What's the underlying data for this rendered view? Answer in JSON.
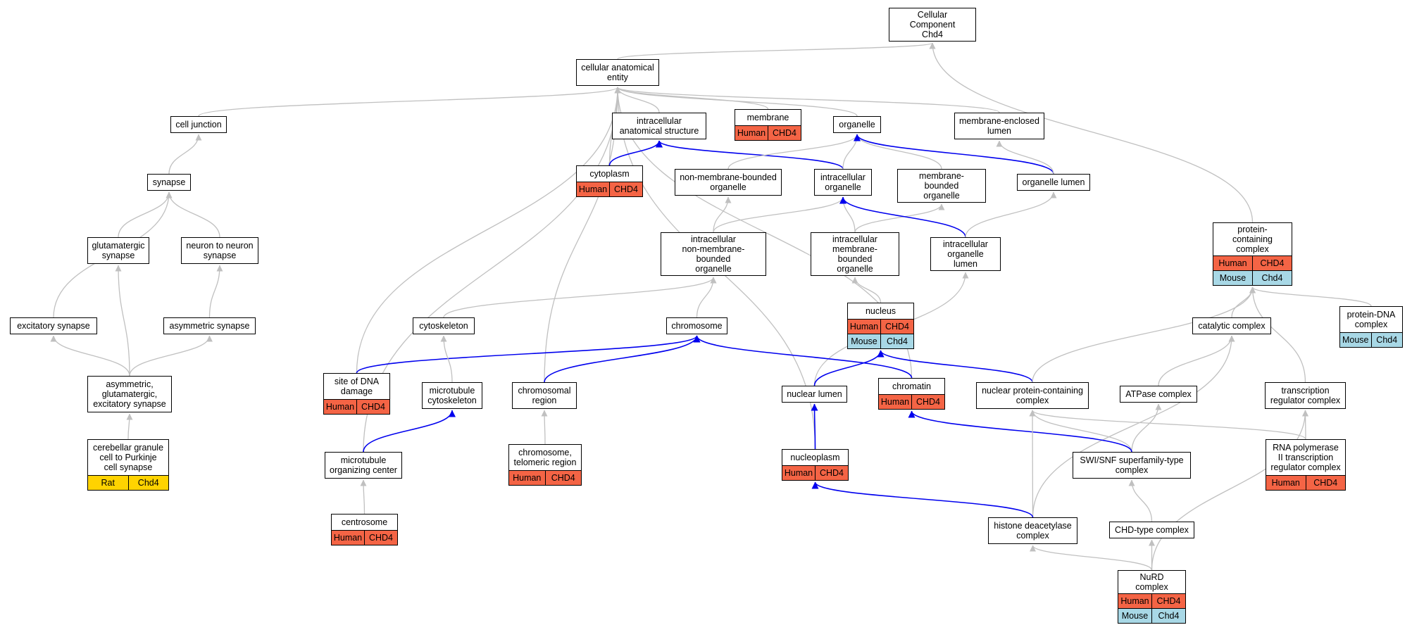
{
  "colors": {
    "human": "#f46445",
    "mouse": "#a8d8e6",
    "rat": "#ffd300",
    "edge_gray": "#c0c0c0",
    "edge_blue": "#0000ee"
  },
  "nodes": {
    "root": {
      "label": "Cellular Component\nChd4",
      "annotations": []
    },
    "cae": {
      "label": "cellular anatomical\nentity",
      "annotations": []
    },
    "cell_junction": {
      "label": "cell junction",
      "annotations": []
    },
    "ias": {
      "label": "intracellular\nanatomical structure",
      "annotations": []
    },
    "membrane": {
      "label": "membrane",
      "annotations": [
        {
          "species": "Human",
          "gene": "CHD4"
        }
      ]
    },
    "organelle": {
      "label": "organelle",
      "annotations": []
    },
    "mel": {
      "label": "membrane-enclosed\nlumen",
      "annotations": []
    },
    "synapse": {
      "label": "synapse",
      "annotations": []
    },
    "cytoplasm": {
      "label": "cytoplasm",
      "annotations": [
        {
          "species": "Human",
          "gene": "CHD4"
        }
      ]
    },
    "nmbo": {
      "label": "non-membrane-bounded\norganelle",
      "annotations": []
    },
    "io": {
      "label": "intracellular\norganelle",
      "annotations": []
    },
    "mbo": {
      "label": "membrane-bounded\norganelle",
      "annotations": []
    },
    "ol": {
      "label": "organelle lumen",
      "annotations": []
    },
    "pcc": {
      "label": "protein-containing\ncomplex",
      "annotations": [
        {
          "species": "Human",
          "gene": "CHD4"
        },
        {
          "species": "Mouse",
          "gene": "Chd4"
        }
      ]
    },
    "glut_syn": {
      "label": "glutamatergic\nsynapse",
      "annotations": []
    },
    "n2n_syn": {
      "label": "neuron to neuron\nsynapse",
      "annotations": []
    },
    "inmbo": {
      "label": "intracellular\nnon-membrane-bounded\norganelle",
      "annotations": []
    },
    "imbo": {
      "label": "intracellular\nmembrane-bounded\norganelle",
      "annotations": []
    },
    "iol": {
      "label": "intracellular\norganelle lumen",
      "annotations": []
    },
    "nucleus": {
      "label": "nucleus",
      "annotations": [
        {
          "species": "Human",
          "gene": "CHD4"
        },
        {
          "species": "Mouse",
          "gene": "Chd4"
        }
      ]
    },
    "pdna": {
      "label": "protein-DNA\ncomplex",
      "annotations": [
        {
          "species": "Mouse",
          "gene": "Chd4"
        }
      ]
    },
    "exc_syn": {
      "label": "excitatory synapse",
      "annotations": []
    },
    "asym_syn": {
      "label": "asymmetric synapse",
      "annotations": []
    },
    "cytoskeleton": {
      "label": "cytoskeleton",
      "annotations": []
    },
    "chromosome": {
      "label": "chromosome",
      "annotations": []
    },
    "cat_cx": {
      "label": "catalytic complex",
      "annotations": []
    },
    "ages": {
      "label": "asymmetric,\nglutamatergic,\nexcitatory synapse",
      "annotations": []
    },
    "sdd": {
      "label": "site of DNA\ndamage",
      "annotations": [
        {
          "species": "Human",
          "gene": "CHD4"
        }
      ]
    },
    "mt_cyto": {
      "label": "microtubule\ncytoskeleton",
      "annotations": []
    },
    "chrom_reg": {
      "label": "chromosomal\nregion",
      "annotations": []
    },
    "nuc_lumen": {
      "label": "nuclear lumen",
      "annotations": []
    },
    "chromatin": {
      "label": "chromatin",
      "annotations": [
        {
          "species": "Human",
          "gene": "CHD4"
        }
      ]
    },
    "npcc": {
      "label": "nuclear protein-containing\ncomplex",
      "annotations": []
    },
    "atpase": {
      "label": "ATPase complex",
      "annotations": []
    },
    "trc": {
      "label": "transcription\nregulator complex",
      "annotations": []
    },
    "cgp": {
      "label": "cerebellar granule\ncell to Purkinje\ncell synapse",
      "annotations": [
        {
          "species": "Rat",
          "gene": "Chd4"
        }
      ]
    },
    "mtoc": {
      "label": "microtubule\norganizing center",
      "annotations": []
    },
    "ctr": {
      "label": "chromosome,\ntelomeric region",
      "annotations": [
        {
          "species": "Human",
          "gene": "CHD4"
        }
      ]
    },
    "nucleoplasm": {
      "label": "nucleoplasm",
      "annotations": [
        {
          "species": "Human",
          "gene": "CHD4"
        }
      ]
    },
    "swisnf": {
      "label": "SWI/SNF superfamily-type\ncomplex",
      "annotations": []
    },
    "rnap": {
      "label": "RNA polymerase\nII transcription\nregulator complex",
      "annotations": [
        {
          "species": "Human",
          "gene": "CHD4"
        }
      ]
    },
    "centrosome": {
      "label": "centrosome",
      "annotations": [
        {
          "species": "Human",
          "gene": "CHD4"
        }
      ]
    },
    "hdac": {
      "label": "histone deacetylase\ncomplex",
      "annotations": []
    },
    "chd_cx": {
      "label": "CHD-type complex",
      "annotations": []
    },
    "nurd": {
      "label": "NuRD complex",
      "annotations": [
        {
          "species": "Human",
          "gene": "CHD4"
        },
        {
          "species": "Mouse",
          "gene": "Chd4"
        }
      ]
    }
  },
  "edges": [
    {
      "from": "cae",
      "to": "root",
      "kind": "is_a"
    },
    {
      "from": "pcc",
      "to": "root",
      "kind": "is_a"
    },
    {
      "from": "cell_junction",
      "to": "cae",
      "kind": "is_a"
    },
    {
      "from": "ias",
      "to": "cae",
      "kind": "is_a"
    },
    {
      "from": "membrane",
      "to": "cae",
      "kind": "is_a"
    },
    {
      "from": "organelle",
      "to": "cae",
      "kind": "is_a"
    },
    {
      "from": "mel",
      "to": "cae",
      "kind": "is_a"
    },
    {
      "from": "cytoplasm",
      "to": "cae",
      "kind": "is_a"
    },
    {
      "from": "sdd",
      "to": "cae",
      "kind": "is_a"
    },
    {
      "from": "mtoc",
      "to": "cae",
      "kind": "is_a"
    },
    {
      "from": "chrom_reg",
      "to": "cae",
      "kind": "is_a"
    },
    {
      "from": "nucleoplasm",
      "to": "cae",
      "kind": "is_a"
    },
    {
      "from": "chromatin",
      "to": "cae",
      "kind": "is_a"
    },
    {
      "from": "synapse",
      "to": "cell_junction",
      "kind": "is_a"
    },
    {
      "from": "cytoplasm",
      "to": "ias",
      "kind": "part_of"
    },
    {
      "from": "io",
      "to": "ias",
      "kind": "part_of"
    },
    {
      "from": "nmbo",
      "to": "organelle",
      "kind": "is_a"
    },
    {
      "from": "io",
      "to": "organelle",
      "kind": "is_a"
    },
    {
      "from": "mbo",
      "to": "organelle",
      "kind": "is_a"
    },
    {
      "from": "ol",
      "to": "organelle",
      "kind": "part_of"
    },
    {
      "from": "ol",
      "to": "mel",
      "kind": "is_a"
    },
    {
      "from": "glut_syn",
      "to": "synapse",
      "kind": "is_a"
    },
    {
      "from": "n2n_syn",
      "to": "synapse",
      "kind": "is_a"
    },
    {
      "from": "exc_syn",
      "to": "synapse",
      "kind": "is_a"
    },
    {
      "from": "inmbo",
      "to": "nmbo",
      "kind": "is_a"
    },
    {
      "from": "inmbo",
      "to": "io",
      "kind": "is_a"
    },
    {
      "from": "imbo",
      "to": "io",
      "kind": "is_a"
    },
    {
      "from": "imbo",
      "to": "mbo",
      "kind": "is_a"
    },
    {
      "from": "iol",
      "to": "io",
      "kind": "part_of"
    },
    {
      "from": "iol",
      "to": "ol",
      "kind": "is_a"
    },
    {
      "from": "asym_syn",
      "to": "n2n_syn",
      "kind": "is_a"
    },
    {
      "from": "ages",
      "to": "glut_syn",
      "kind": "is_a"
    },
    {
      "from": "ages",
      "to": "exc_syn",
      "kind": "is_a"
    },
    {
      "from": "ages",
      "to": "asym_syn",
      "kind": "is_a"
    },
    {
      "from": "cgp",
      "to": "ages",
      "kind": "is_a"
    },
    {
      "from": "cytoskeleton",
      "to": "inmbo",
      "kind": "is_a"
    },
    {
      "from": "chromosome",
      "to": "inmbo",
      "kind": "is_a"
    },
    {
      "from": "nucleus",
      "to": "imbo",
      "kind": "is_a"
    },
    {
      "from": "nuc_lumen",
      "to": "iol",
      "kind": "is_a"
    },
    {
      "from": "nuc_lumen",
      "to": "nucleus",
      "kind": "part_of"
    },
    {
      "from": "chromatin",
      "to": "chromosome",
      "kind": "part_of"
    },
    {
      "from": "sdd",
      "to": "chromosome",
      "kind": "part_of"
    },
    {
      "from": "chrom_reg",
      "to": "chromosome",
      "kind": "part_of"
    },
    {
      "from": "mt_cyto",
      "to": "cytoskeleton",
      "kind": "is_a"
    },
    {
      "from": "mtoc",
      "to": "mt_cyto",
      "kind": "part_of"
    },
    {
      "from": "centrosome",
      "to": "mtoc",
      "kind": "is_a"
    },
    {
      "from": "ctr",
      "to": "chrom_reg",
      "kind": "is_a"
    },
    {
      "from": "nucleoplasm",
      "to": "nuc_lumen",
      "kind": "part_of"
    },
    {
      "from": "npcc",
      "to": "nucleus",
      "kind": "part_of"
    },
    {
      "from": "npcc",
      "to": "pcc",
      "kind": "is_a"
    },
    {
      "from": "cat_cx",
      "to": "pcc",
      "kind": "is_a"
    },
    {
      "from": "pdna",
      "to": "pcc",
      "kind": "is_a"
    },
    {
      "from": "trc",
      "to": "pcc",
      "kind": "is_a"
    },
    {
      "from": "atpase",
      "to": "cat_cx",
      "kind": "is_a"
    },
    {
      "from": "hdac",
      "to": "cat_cx",
      "kind": "is_a"
    },
    {
      "from": "swisnf",
      "to": "atpase",
      "kind": "is_a"
    },
    {
      "from": "swisnf",
      "to": "npcc",
      "kind": "is_a"
    },
    {
      "from": "swisnf",
      "to": "chromatin",
      "kind": "part_of"
    },
    {
      "from": "hdac",
      "to": "npcc",
      "kind": "is_a"
    },
    {
      "from": "hdac",
      "to": "nucleoplasm",
      "kind": "part_of"
    },
    {
      "from": "rnap",
      "to": "trc",
      "kind": "is_a"
    },
    {
      "from": "rnap",
      "to": "npcc",
      "kind": "is_a"
    },
    {
      "from": "chd_cx",
      "to": "swisnf",
      "kind": "is_a"
    },
    {
      "from": "nurd",
      "to": "chd_cx",
      "kind": "is_a"
    },
    {
      "from": "nurd",
      "to": "hdac",
      "kind": "is_a"
    },
    {
      "from": "nurd",
      "to": "trc",
      "kind": "is_a"
    }
  ]
}
